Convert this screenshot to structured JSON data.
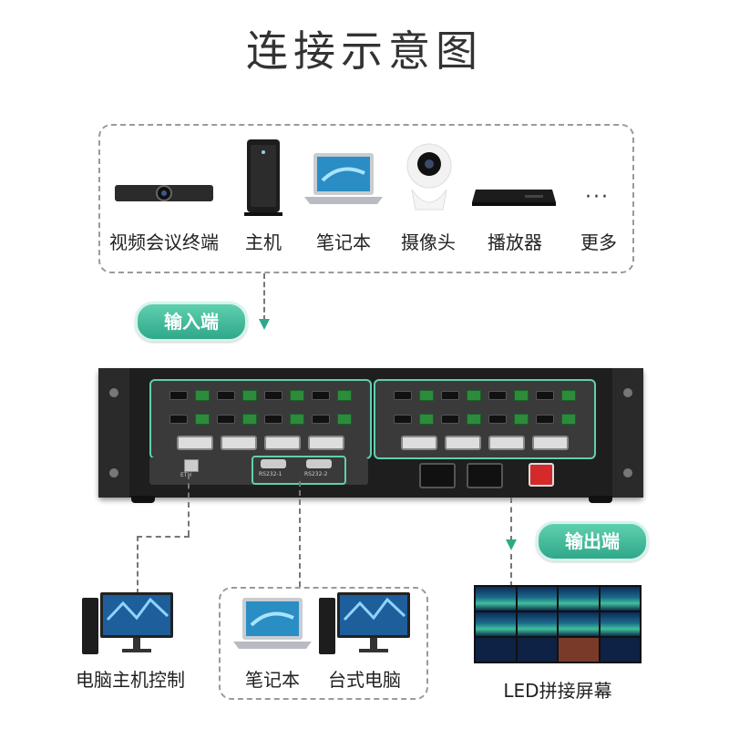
{
  "title": "连接示意图",
  "input_devices": [
    {
      "label": "视频会议终端",
      "icon": "conference-camera-icon"
    },
    {
      "label": "主机",
      "icon": "pc-tower-icon"
    },
    {
      "label": "笔记本",
      "icon": "laptop-icon"
    },
    {
      "label": "摄像头",
      "icon": "camera-icon"
    },
    {
      "label": "播放器",
      "icon": "player-icon"
    },
    {
      "label": "更多",
      "icon": "more-icon"
    }
  ],
  "input_tag": "输入端",
  "output_tag": "输出端",
  "device_labels": {
    "eth": "ETH",
    "rs232_1": "RS232-1",
    "rs232_2": "RS232-2"
  },
  "control_label": "电脑主机控制",
  "serial_devices": [
    {
      "label": "笔记本",
      "icon": "laptop-icon"
    },
    {
      "label": "台式电脑",
      "icon": "desktop-icon"
    }
  ],
  "led_label": "LED拼接屏幕",
  "colors": {
    "accent": "#2fa889",
    "chassis": "#1e1e1e",
    "card_outline": "#5fd0b0"
  }
}
